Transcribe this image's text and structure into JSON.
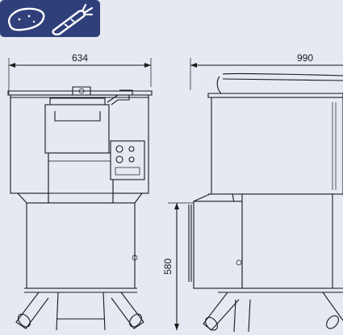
{
  "colors": {
    "background": "#e6e8f2",
    "badge": "#2f3f7a",
    "line": "#1a1a1a"
  },
  "badge": {
    "icons": [
      "potato-icon",
      "carrot-icon"
    ]
  },
  "dimensions": {
    "width": "634",
    "depth": "990",
    "height": "580"
  }
}
